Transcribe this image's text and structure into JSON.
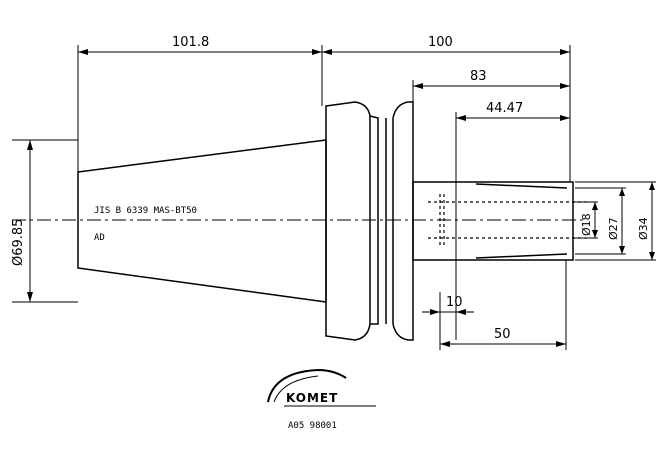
{
  "dimensions": {
    "overall_taper_length": "101.8",
    "shank_length": "100",
    "bore_depth_outer": "83",
    "bore_depth_inner": "44.47",
    "step_length": "10",
    "bore_length": "50",
    "taper_diameter": "Ø69.85",
    "bore_diameter_small": "Ø18",
    "bore_diameter_mid": "Ø27",
    "shank_diameter": "Ø34"
  },
  "annotations": {
    "standard_line": "JIS B 6339 MAS-BT50",
    "standard_sub": "AD"
  },
  "logo": {
    "brand": "KOMET",
    "part_number": "A05 98001"
  }
}
